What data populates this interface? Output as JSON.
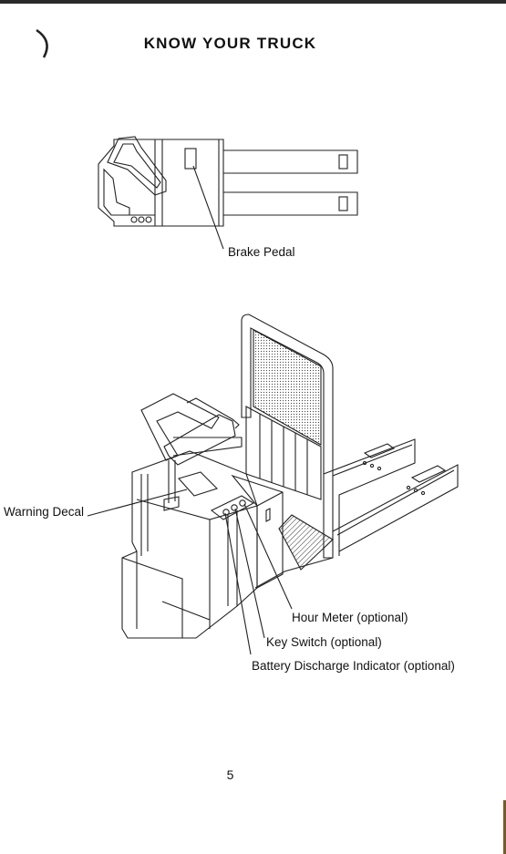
{
  "page": {
    "title": "KNOW YOUR TRUCK",
    "page_number": "5"
  },
  "diagram_top": {
    "label_brake_pedal": "Brake Pedal"
  },
  "diagram_bottom": {
    "label_warning_decal": "Warning Decal",
    "label_hour_meter": "Hour Meter (optional)",
    "label_key_switch": "Key Switch (optional)",
    "label_battery_indicator": "Battery Discharge Indicator (optional)"
  }
}
